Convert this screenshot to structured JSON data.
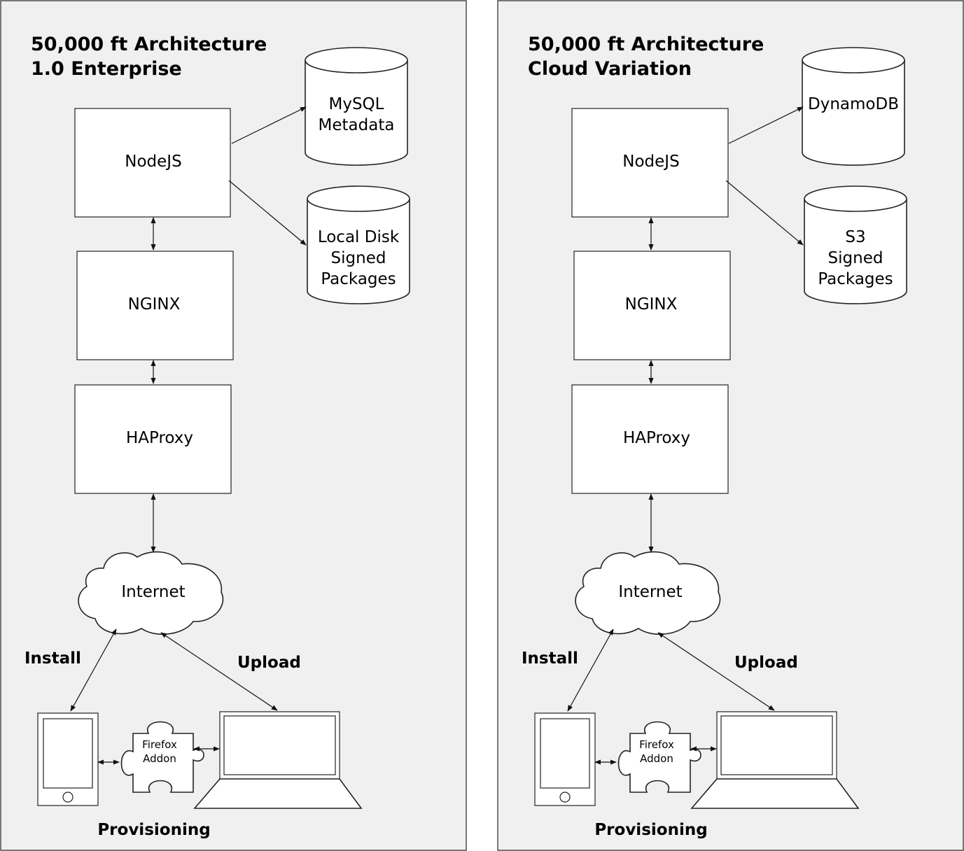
{
  "enterprise": {
    "title_line1": "50,000 ft Architecture",
    "title_line2": "1.0 Enterprise",
    "nodejs": "NodeJS",
    "nginx": "NGINX",
    "haproxy": "HAProxy",
    "internet": "Internet",
    "db1_line1": "MySQL",
    "db1_line2": "Metadata",
    "db2_line1": "Local Disk",
    "db2_line2": "Signed",
    "db2_line3": "Packages",
    "install": "Install",
    "upload": "Upload",
    "addon_line1": "Firefox",
    "addon_line2": "Addon",
    "provisioning": "Provisioning"
  },
  "cloud": {
    "title_line1": "50,000 ft Architecture",
    "title_line2": "Cloud Variation",
    "nodejs": "NodeJS",
    "nginx": "NGINX",
    "haproxy": "HAProxy",
    "internet": "Internet",
    "db1_line1": "DynamoDB",
    "db2_line1": "S3",
    "db2_line2": "Signed",
    "db2_line3": "Packages",
    "install": "Install",
    "upload": "Upload",
    "addon_line1": "Firefox",
    "addon_line2": "Addon",
    "provisioning": "Provisioning"
  }
}
